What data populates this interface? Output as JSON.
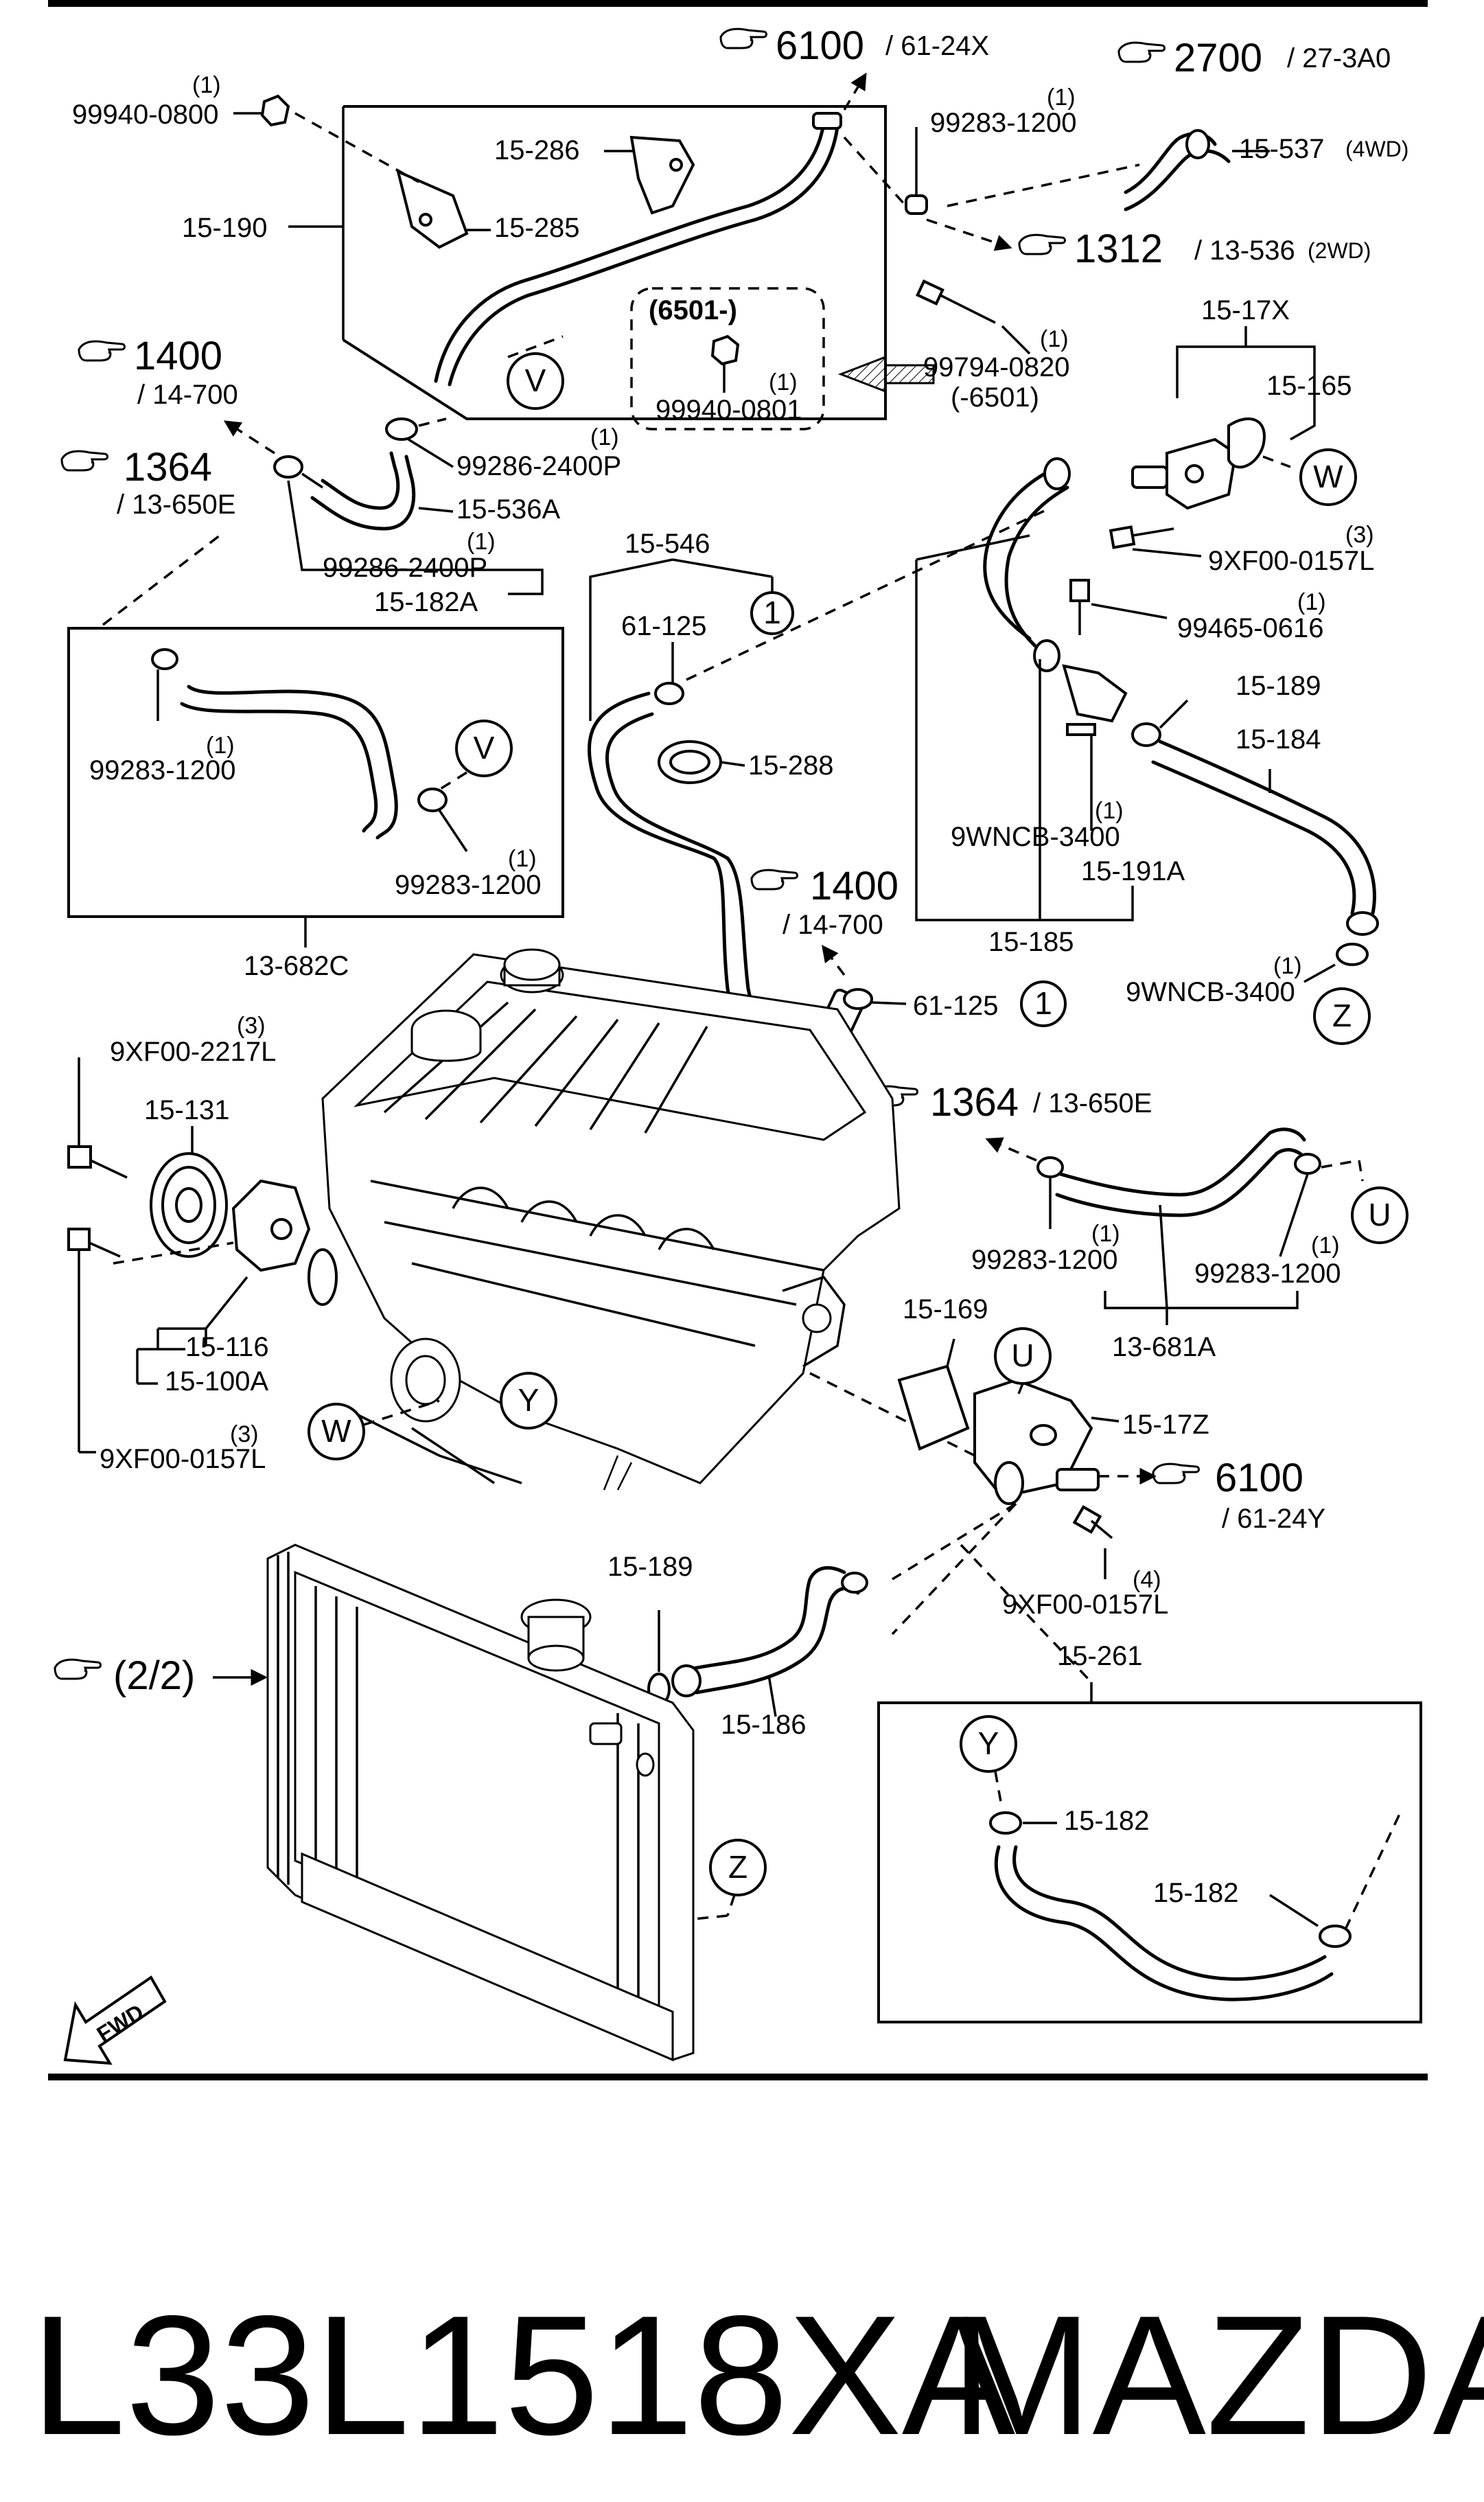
{
  "refs": {
    "r6100_top": {
      "num": "6100",
      "sub": "/ 61-24X"
    },
    "r2700": {
      "num": "2700",
      "sub": "/ 27-3A0"
    },
    "r1312": {
      "num": "1312",
      "sub": "/ 13-536",
      "note": "(2WD)"
    },
    "r1400_a": {
      "num": "1400",
      "sub": "/ 14-700"
    },
    "r1364_a": {
      "num": "1364",
      "sub": "/ 13-650E"
    },
    "r1400_b": {
      "num": "1400",
      "sub": "/ 14-700"
    },
    "r1364_b": {
      "num": "1364",
      "sub": "/ 13-650E"
    },
    "r6100_b": {
      "num": "6100",
      "sub": "/ 61-24Y"
    },
    "r22": {
      "num": "(2/2)"
    }
  },
  "labels": {
    "p99940_0800": "99940-0800",
    "p15_286": "15-286",
    "p99283_1200_a": "99283-1200",
    "p15_537": "15-537",
    "p15_537_note": "(4WD)",
    "p15_190": "15-190",
    "p15_285": "15-285",
    "p6501_title": "(6501-)",
    "p99940_0801": "99940-0801",
    "p99794_0820": "99794-0820",
    "p99794_0820_note": "(-6501)",
    "p15_17X": "15-17X",
    "p15_165": "15-165",
    "p99286_2400P_a": "99286-2400P",
    "p15_536A": "15-536A",
    "p99286_2400P_b": "99286-2400P",
    "p15_182A": "15-182A",
    "p9XF00_0157L_a": "9XF00-0157L",
    "p99465_0616": "99465-0616",
    "p15_546": "15-546",
    "p61_125_a": "61-125",
    "p15_288": "15-288",
    "p99283_1200_b": "99283-1200",
    "p99283_1200_c": "99283-1200",
    "p13_682C": "13-682C",
    "p15_189_a": "15-189",
    "p15_184": "15-184",
    "p9WNCB_3400_a": "9WNCB-3400",
    "p15_191A": "15-191A",
    "p15_185": "15-185",
    "p9WNCB_3400_b": "9WNCB-3400",
    "p61_125_b": "61-125",
    "p9XF00_2217L": "9XF00-2217L",
    "p15_131": "15-131",
    "p15_116": "15-116",
    "p15_100A": "15-100A",
    "p9XF00_0157L_b": "9XF00-0157L",
    "p99283_1200_d": "99283-1200",
    "p99283_1200_e": "99283-1200",
    "p13_681A": "13-681A",
    "p15_169": "15-169",
    "p15_17Z": "15-17Z",
    "p9XF00_0157L_c": "9XF00-0157L",
    "p15_189_b": "15-189",
    "p15_186": "15-186",
    "p15_261": "15-261",
    "p15_182_a": "15-182",
    "p15_182_b": "15-182",
    "fwd": "FWD"
  },
  "quantities": {
    "q1": "(1)",
    "q3": "(3)",
    "q4": "(4)"
  },
  "markers": {
    "V": "V",
    "W": "W",
    "Z": "Z",
    "U": "U",
    "Y": "Y",
    "one": "1"
  },
  "footer": {
    "part_number": "L33L1518XA",
    "brand": "MAZDA"
  }
}
